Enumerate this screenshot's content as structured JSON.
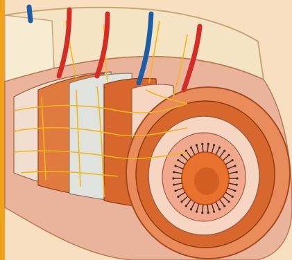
{
  "figure": {
    "colors": {
      "background": "#f8dfc0",
      "side_bar": "#f2a21a",
      "mesentery_cream": "#f4e4c3",
      "mesentery_edge": "#caa57a",
      "serosa": "#e9b49b",
      "outer_muscle": "#d8672d",
      "inner_muscle": "#e07a3e",
      "submucosa": "#f7d5c3",
      "mucosa": "#f0a98f",
      "lumen": "#e8722d",
      "lumen_dark": "#c24f19",
      "nerve_yellow": "#f2b619",
      "artery_red": "#d72b27",
      "vein_blue": "#1b5ea7",
      "plexus_bg": "#dfe2dd"
    },
    "vessels": [
      {
        "kind": "vein",
        "color_key": "vein_blue"
      },
      {
        "kind": "artery",
        "color_key": "artery_red"
      },
      {
        "kind": "artery",
        "color_key": "artery_red"
      },
      {
        "kind": "vein",
        "color_key": "vein_blue"
      },
      {
        "kind": "artery",
        "color_key": "artery_red"
      }
    ]
  }
}
